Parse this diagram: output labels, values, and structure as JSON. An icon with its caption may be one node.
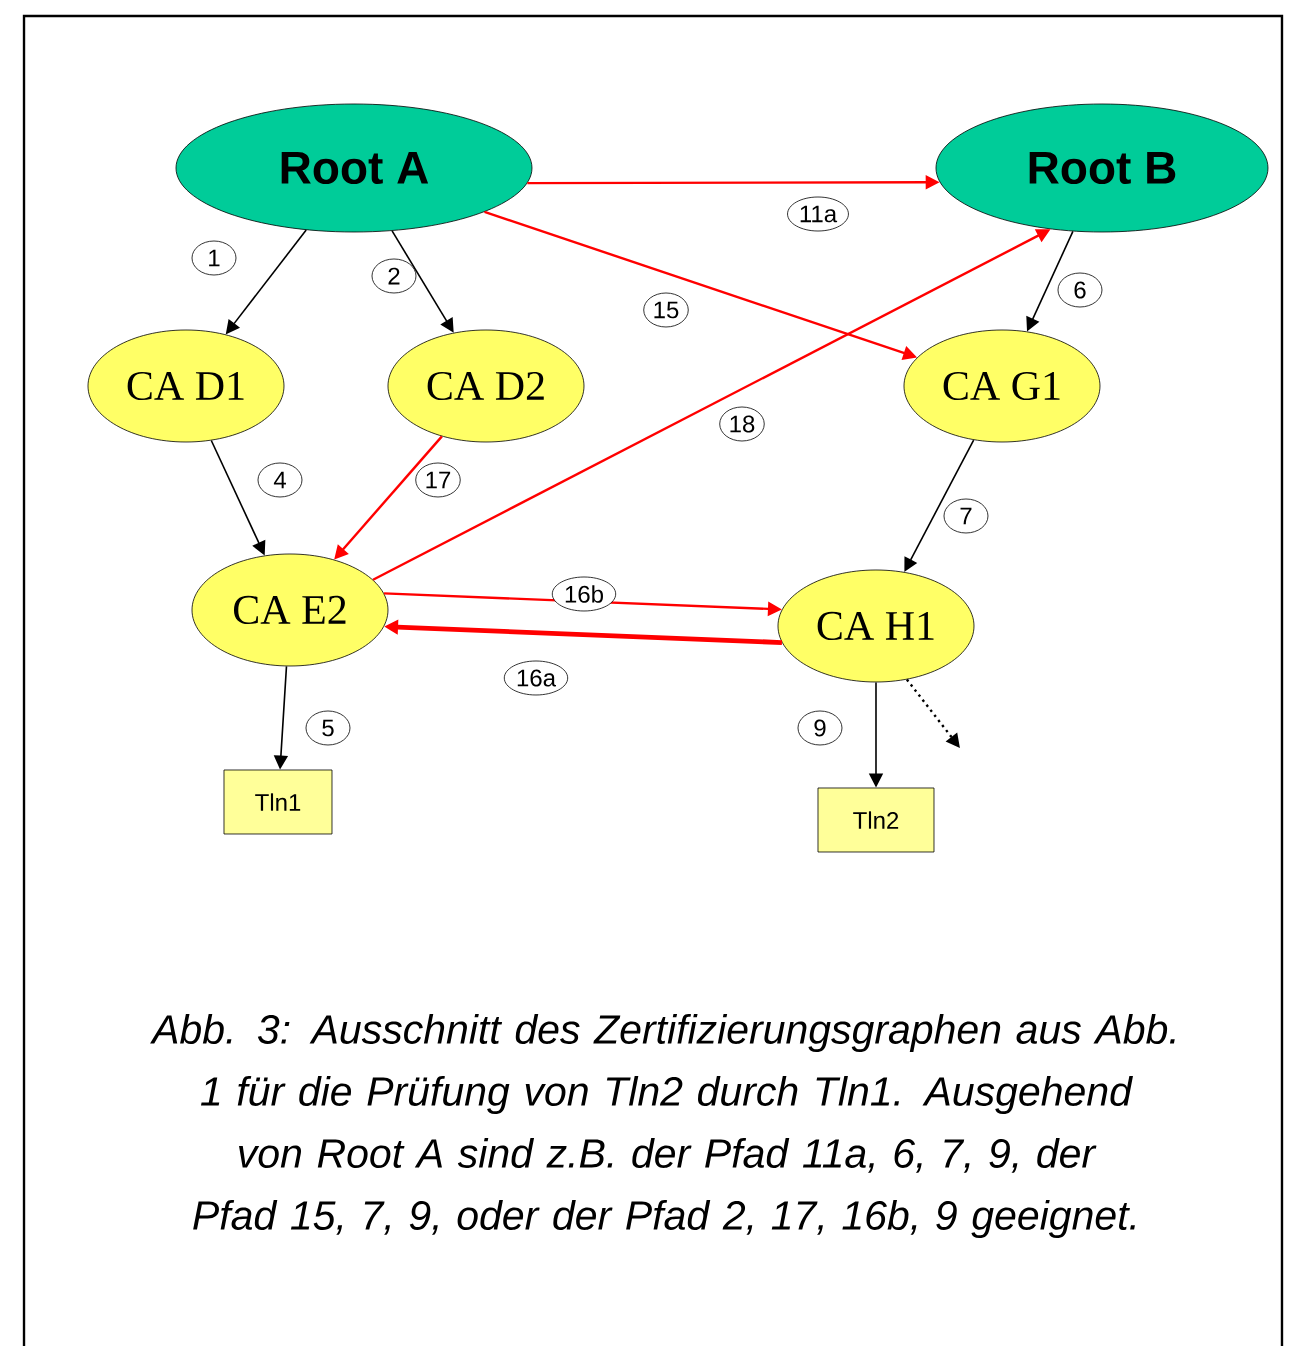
{
  "diagram": {
    "caption": "Abb. 3: Ausschnitt des Zertifizierungsgraphen aus Abb. 1 für die Prüfung von Tln2 durch Tln1. Ausgehend von Root A sind z.B. der Pfad 11a, 6, 7, 9, der Pfad 15, 7, 9, oder der Pfad 2, 17, 16b, 9 geeignet.",
    "nodes": [
      {
        "text": [
          "Root A"
        ]
      },
      {
        "text": [
          "Root B"
        ]
      },
      {
        "text": [
          "CA D1"
        ]
      },
      {
        "text": [
          "CA D2"
        ]
      },
      {
        "text": [
          "CA G1"
        ]
      },
      {
        "text": [
          "CA E2"
        ]
      },
      {
        "text": [
          "CA H1"
        ]
      },
      {
        "text": [
          "Tln1"
        ]
      },
      {
        "text": [
          "Tln2"
        ]
      }
    ],
    "edges": [
      {
        "from": 0,
        "to": 2,
        "arrow": "to",
        "label": "1"
      },
      {
        "from": 0,
        "to": 3,
        "arrow": "to",
        "label": "2"
      },
      {
        "from": 0,
        "to": 1,
        "arrow": "to",
        "label": "11a",
        "color": "#ff0000"
      },
      {
        "from": 0,
        "to": 4,
        "arrow": "to",
        "label": "15",
        "color": "#ff0000"
      },
      {
        "from": 1,
        "to": 4,
        "arrow": "to",
        "label": "6"
      },
      {
        "from": 2,
        "to": 5,
        "arrow": "to",
        "label": "4"
      },
      {
        "from": 3,
        "to": 5,
        "arrow": "to",
        "label": "17",
        "color": "#ff0000"
      },
      {
        "from": 5,
        "to": 1,
        "arrow": "to",
        "label": "18",
        "color": "#ff0000"
      },
      {
        "from": 4,
        "to": 6,
        "arrow": "to",
        "label": "7"
      },
      {
        "from": 5,
        "to": 6,
        "arrow": "to",
        "label": "16b",
        "color": "#ff0000"
      },
      {
        "from": 6,
        "to": 5,
        "arrow": "to",
        "label": "16a",
        "color": "#ff0000",
        "style": "thick"
      },
      {
        "from": 5,
        "to": 7,
        "arrow": "to",
        "label": "5"
      },
      {
        "from": 6,
        "to": 8,
        "arrow": "to",
        "label": "9"
      },
      {
        "from": 6,
        "to": null,
        "arrow": "to",
        "style": "dashed"
      }
    ]
  }
}
